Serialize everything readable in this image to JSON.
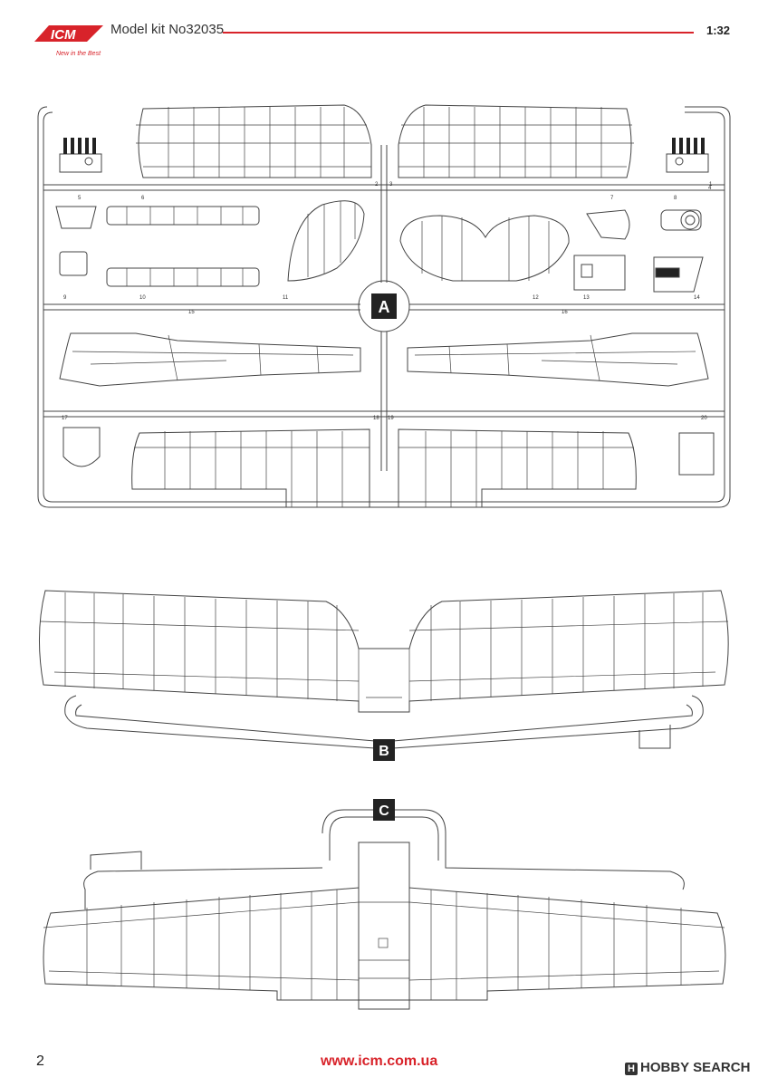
{
  "header": {
    "brand": "ICM",
    "tagline": "New in the Best",
    "kit_title": "Model kit No32035",
    "scale": "1:32"
  },
  "sprues": {
    "a": {
      "label": "A",
      "part_numbers": [
        "1",
        "2",
        "3",
        "4",
        "5",
        "6",
        "7",
        "8",
        "9",
        "10",
        "11",
        "12",
        "13",
        "14",
        "15",
        "16",
        "17",
        "18",
        "19",
        "20"
      ]
    },
    "b": {
      "label": "B"
    },
    "c": {
      "label": "C"
    }
  },
  "footer": {
    "page_number": "2",
    "url": "www.icm.com.ua",
    "watermark": "HOBBY SEARCH"
  },
  "colors": {
    "brand_red": "#d8232a",
    "line": "#444444"
  }
}
